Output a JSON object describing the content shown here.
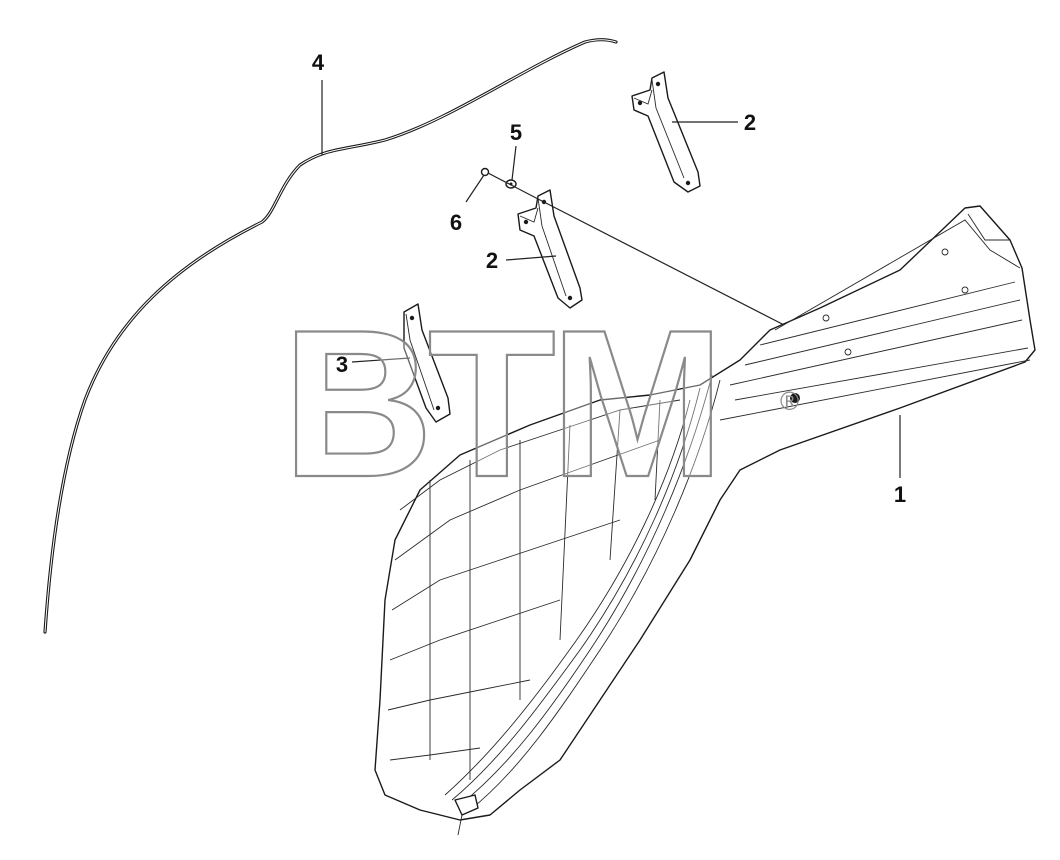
{
  "diagram": {
    "callouts": [
      {
        "id": "callout-1",
        "text": "1"
      },
      {
        "id": "callout-2a",
        "text": "2"
      },
      {
        "id": "callout-2b",
        "text": "2"
      },
      {
        "id": "callout-3",
        "text": "3"
      },
      {
        "id": "callout-4",
        "text": "4"
      },
      {
        "id": "callout-5",
        "text": "5"
      },
      {
        "id": "callout-6",
        "text": "6"
      }
    ]
  },
  "watermark": {
    "text": "BTM",
    "registered_mark": "®"
  },
  "colors": {
    "line": "#1a1a1a",
    "watermark_outline": "#8a8a8a",
    "background": "#ffffff"
  }
}
